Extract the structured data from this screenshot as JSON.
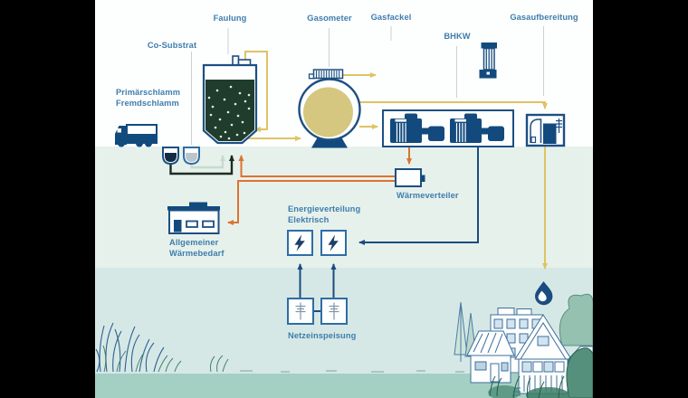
{
  "labels": {
    "faulung": "Faulung",
    "gasometer": "Gasometer",
    "gasfackel": "Gasfackel",
    "bhkw": "BHKW",
    "gasaufbereitung": "Gasaufbereitung",
    "co_substrat": "Co-Substrat",
    "primaerschlamm": "Primärschlamm",
    "fremdschlamm": "Fremdschlamm",
    "waermeverteiler": "Wärmeverteiler",
    "allgemeiner": "Allgemeiner",
    "waermebedarf": "Wärmebedarf",
    "energieverteilung": "Energieverteilung",
    "elektrisch": "Elektrisch",
    "netzeinspeisung": "Netzeinspeisung"
  },
  "colors": {
    "gas_line": "#dfc364",
    "heat_line": "#dd7330",
    "power_line": "#1b4c80",
    "sludge_line": "#1d2b22",
    "co_substrate_line": "#c6dcce",
    "label_text": "#3f7dac",
    "icon_navy": "#124a7e",
    "digester_content": "#203c2c",
    "gas_holder_fill": "#d5c77f",
    "background_bands": [
      "#fdfefe",
      "#e6f1ec",
      "#d6e8e6",
      "#a4d0c3"
    ]
  },
  "icons": {
    "truck": "delivery-truck-icon",
    "funnel_primary": "primary-sludge-hopper-icon",
    "funnel_co_substrate": "co-substrate-hopper-icon",
    "digester": "digester-tank-icon",
    "gas_holder": "gasometer-icon",
    "flare": "gas-flare-icon",
    "chp": "chp-engines-icon",
    "upgrading": "gas-upgrading-icon",
    "heat_distributor": "heat-distributor-icon",
    "heat_building": "building-icon",
    "lightning": "lightning-bolt-icon",
    "grid": "power-pylon-icon",
    "flame": "flame-icon",
    "village": "village-houses-illustration"
  }
}
